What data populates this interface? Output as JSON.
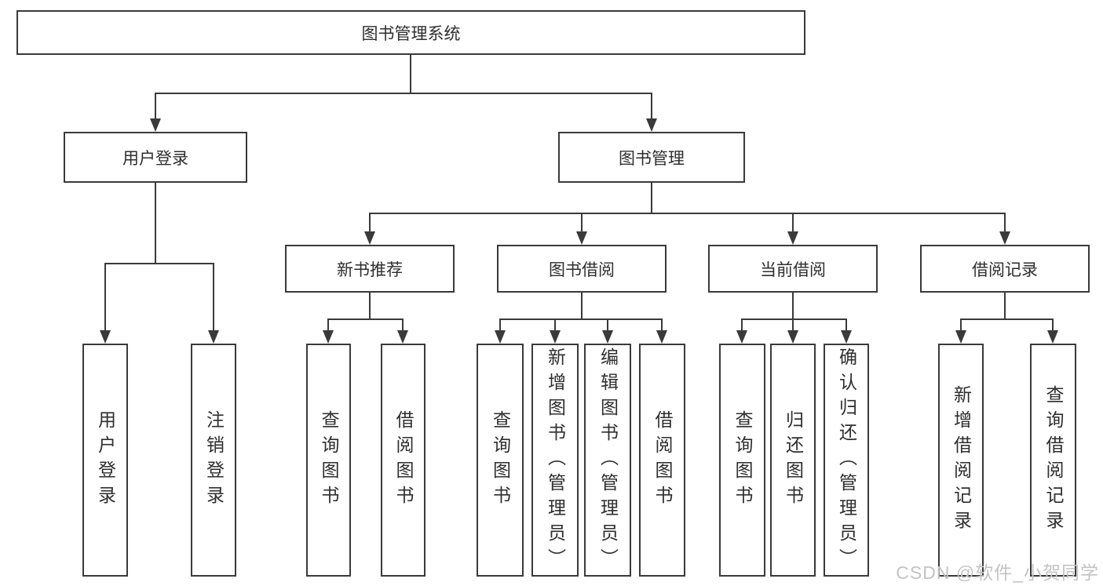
{
  "colors": {
    "line": "#3a3a3a",
    "box_border": "#3a3a3a",
    "text": "#2e2e2e",
    "watermark": "#c3c3c3",
    "background": "#ffffff"
  },
  "tree": {
    "root": {
      "label": "图书管理系统"
    },
    "branches": [
      {
        "label": "用户登录",
        "children": [
          {
            "label": "用户登录"
          },
          {
            "label": "注销登录"
          }
        ]
      },
      {
        "label": "图书管理",
        "children": [
          {
            "label": "新书推荐",
            "children": [
              {
                "label": "查询图书"
              },
              {
                "label": "借阅图书"
              }
            ]
          },
          {
            "label": "图书借阅",
            "children": [
              {
                "label": "查询图书"
              },
              {
                "label": "新增图书（管理员）"
              },
              {
                "label": "编辑图书（管理员）"
              },
              {
                "label": "借阅图书"
              }
            ]
          },
          {
            "label": "当前借阅",
            "children": [
              {
                "label": "查询图书"
              },
              {
                "label": "归还图书"
              },
              {
                "label": "确认归还（管理员）"
              }
            ]
          },
          {
            "label": "借阅记录",
            "children": [
              {
                "label": "新增借阅记录"
              },
              {
                "label": "查询借阅记录"
              }
            ]
          }
        ]
      }
    ]
  },
  "watermark": {
    "text": "CSDN @软件_小贺同学"
  }
}
